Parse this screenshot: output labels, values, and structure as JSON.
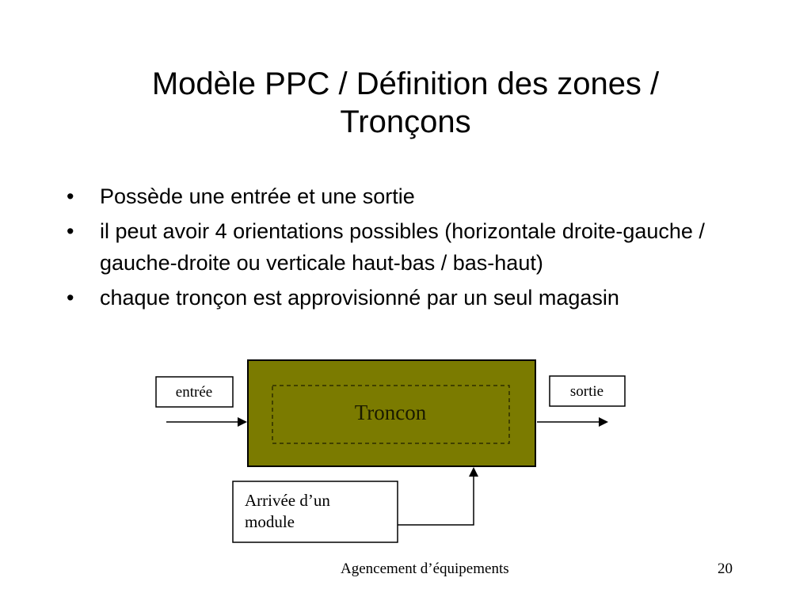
{
  "slide": {
    "title_line1": "Modèle PPC / Définition des zones /",
    "title_line2": "Tronçons",
    "bullets": [
      "Possède une entrée et une sortie",
      "il peut avoir 4 orientations possibles (horizontale droite-gauche / gauche-droite ou verticale haut-bas / bas-haut)",
      "chaque tronçon est approvisionné par un seul magasin"
    ],
    "bullet_glyph": "•"
  },
  "diagram": {
    "input_label": "entrée",
    "output_label": "sortie",
    "section_label": "Troncon",
    "arrival_line1": "Arrivée d’un",
    "arrival_line2": "module",
    "colors": {
      "section_fill": "#7b7b00",
      "section_border": "#000000",
      "box_fill": "#ffffff",
      "stroke": "#000000",
      "dash": "#3a3a00"
    }
  },
  "footer": {
    "title": "Agencement d’équipements",
    "page_number": "20"
  }
}
